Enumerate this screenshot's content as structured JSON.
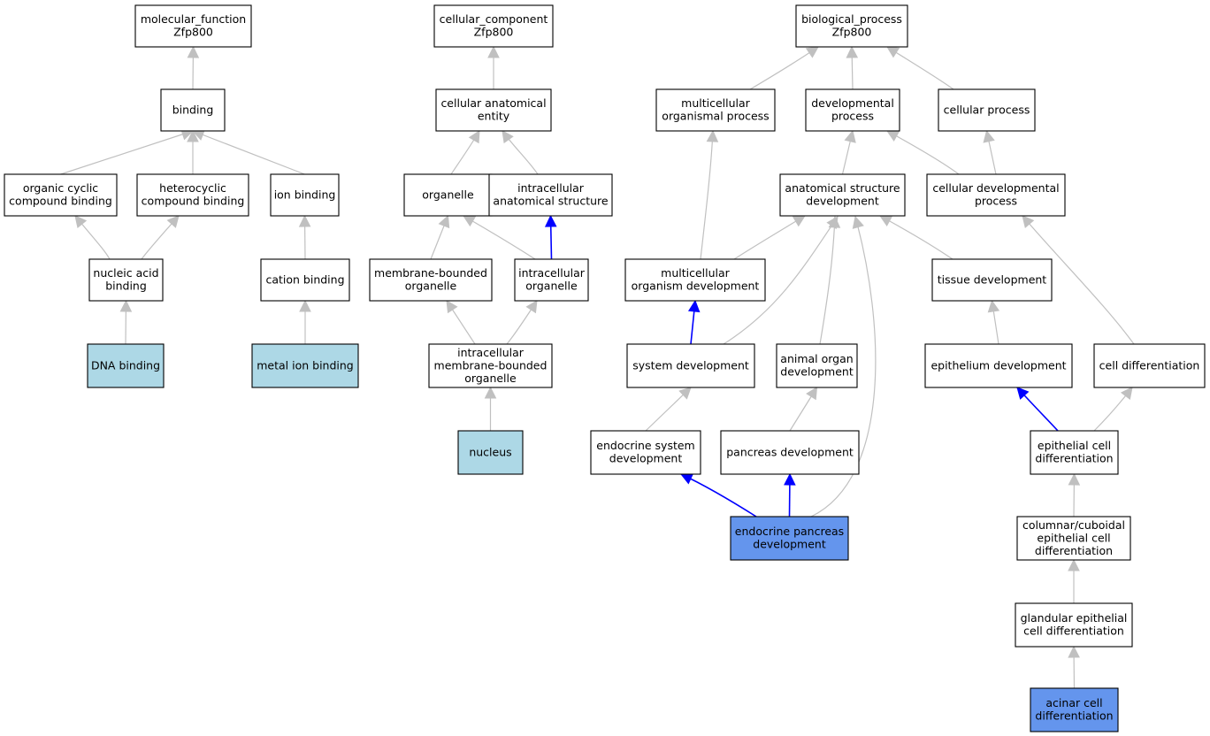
{
  "colors": {
    "plain": "#ffffff",
    "light": "#add8e6",
    "highlight": "#6495ed",
    "edge_gray": "#c0c0c0",
    "edge_blue": "#0000ff"
  },
  "nodes": [
    {
      "id": "mf",
      "lines": [
        "molecular_function",
        "Zfp800"
      ],
      "fill": "plain"
    },
    {
      "id": "binding",
      "lines": [
        "binding"
      ],
      "fill": "plain"
    },
    {
      "id": "ocb",
      "lines": [
        "organic cyclic",
        "compound binding"
      ],
      "fill": "plain"
    },
    {
      "id": "hcb",
      "lines": [
        "heterocyclic",
        "compound binding"
      ],
      "fill": "plain"
    },
    {
      "id": "ionb",
      "lines": [
        "ion binding"
      ],
      "fill": "plain"
    },
    {
      "id": "nab",
      "lines": [
        "nucleic acid",
        "binding"
      ],
      "fill": "plain"
    },
    {
      "id": "catb",
      "lines": [
        "cation binding"
      ],
      "fill": "plain"
    },
    {
      "id": "dnab",
      "lines": [
        "DNA binding"
      ],
      "fill": "light"
    },
    {
      "id": "mib",
      "lines": [
        "metal ion binding"
      ],
      "fill": "light"
    },
    {
      "id": "cc",
      "lines": [
        "cellular_component",
        "Zfp800"
      ],
      "fill": "plain"
    },
    {
      "id": "cae",
      "lines": [
        "cellular anatomical",
        "entity"
      ],
      "fill": "plain"
    },
    {
      "id": "org",
      "lines": [
        "organelle"
      ],
      "fill": "plain"
    },
    {
      "id": "ias",
      "lines": [
        "intracellular",
        "anatomical structure"
      ],
      "fill": "plain"
    },
    {
      "id": "mbo",
      "lines": [
        "membrane-bounded",
        "organelle"
      ],
      "fill": "plain"
    },
    {
      "id": "io",
      "lines": [
        "intracellular",
        "organelle"
      ],
      "fill": "plain"
    },
    {
      "id": "imbo",
      "lines": [
        "intracellular",
        "membrane-bounded",
        "organelle"
      ],
      "fill": "plain"
    },
    {
      "id": "nucleus",
      "lines": [
        "nucleus"
      ],
      "fill": "light"
    },
    {
      "id": "bp",
      "lines": [
        "biological_process",
        "Zfp800"
      ],
      "fill": "plain"
    },
    {
      "id": "mop",
      "lines": [
        "multicellular",
        "organismal process"
      ],
      "fill": "plain"
    },
    {
      "id": "devp",
      "lines": [
        "developmental",
        "process"
      ],
      "fill": "plain"
    },
    {
      "id": "cp",
      "lines": [
        "cellular process"
      ],
      "fill": "plain"
    },
    {
      "id": "asd",
      "lines": [
        "anatomical structure",
        "development"
      ],
      "fill": "plain"
    },
    {
      "id": "cdp",
      "lines": [
        "cellular developmental",
        "process"
      ],
      "fill": "plain"
    },
    {
      "id": "mod",
      "lines": [
        "multicellular",
        "organism development"
      ],
      "fill": "plain"
    },
    {
      "id": "td",
      "lines": [
        "tissue development"
      ],
      "fill": "plain"
    },
    {
      "id": "sd",
      "lines": [
        "system development"
      ],
      "fill": "plain"
    },
    {
      "id": "aod",
      "lines": [
        "animal organ",
        "development"
      ],
      "fill": "plain"
    },
    {
      "id": "ed",
      "lines": [
        "epithelium development"
      ],
      "fill": "plain"
    },
    {
      "id": "cd",
      "lines": [
        "cell differentiation"
      ],
      "fill": "plain"
    },
    {
      "id": "esd",
      "lines": [
        "endocrine system",
        "development"
      ],
      "fill": "plain"
    },
    {
      "id": "pd",
      "lines": [
        "pancreas development"
      ],
      "fill": "plain"
    },
    {
      "id": "ecd",
      "lines": [
        "epithelial cell",
        "differentiation"
      ],
      "fill": "plain"
    },
    {
      "id": "epd",
      "lines": [
        "endocrine pancreas",
        "development"
      ],
      "fill": "highlight"
    },
    {
      "id": "ccecd",
      "lines": [
        "columnar/cuboidal",
        "epithelial cell",
        "differentiation"
      ],
      "fill": "plain"
    },
    {
      "id": "gecd",
      "lines": [
        "glandular epithelial",
        "cell differentiation"
      ],
      "fill": "plain"
    },
    {
      "id": "acd",
      "lines": [
        "acinar cell",
        "differentiation"
      ],
      "fill": "highlight"
    }
  ],
  "edges": [
    {
      "from": "binding",
      "to": "mf",
      "color": "edge_gray"
    },
    {
      "from": "ocb",
      "to": "binding",
      "color": "edge_gray"
    },
    {
      "from": "hcb",
      "to": "binding",
      "color": "edge_gray"
    },
    {
      "from": "ionb",
      "to": "binding",
      "color": "edge_gray"
    },
    {
      "from": "nab",
      "to": "ocb",
      "color": "edge_gray"
    },
    {
      "from": "nab",
      "to": "hcb",
      "color": "edge_gray"
    },
    {
      "from": "catb",
      "to": "ionb",
      "color": "edge_gray"
    },
    {
      "from": "dnab",
      "to": "nab",
      "color": "edge_gray"
    },
    {
      "from": "mib",
      "to": "catb",
      "color": "edge_gray"
    },
    {
      "from": "cae",
      "to": "cc",
      "color": "edge_gray"
    },
    {
      "from": "org",
      "to": "cae",
      "color": "edge_gray"
    },
    {
      "from": "ias",
      "to": "cae",
      "color": "edge_gray"
    },
    {
      "from": "mbo",
      "to": "org",
      "color": "edge_gray"
    },
    {
      "from": "io",
      "to": "org",
      "color": "edge_gray"
    },
    {
      "from": "io",
      "to": "ias",
      "color": "edge_blue"
    },
    {
      "from": "imbo",
      "to": "mbo",
      "color": "edge_gray"
    },
    {
      "from": "imbo",
      "to": "io",
      "color": "edge_gray"
    },
    {
      "from": "nucleus",
      "to": "imbo",
      "color": "edge_gray"
    },
    {
      "from": "mop",
      "to": "bp",
      "color": "edge_gray"
    },
    {
      "from": "devp",
      "to": "bp",
      "color": "edge_gray"
    },
    {
      "from": "cp",
      "to": "bp",
      "color": "edge_gray"
    },
    {
      "from": "asd",
      "to": "devp",
      "color": "edge_gray"
    },
    {
      "from": "cdp",
      "to": "devp",
      "color": "edge_gray"
    },
    {
      "from": "cdp",
      "to": "cp",
      "color": "edge_gray"
    },
    {
      "from": "mod",
      "to": "mop",
      "color": "edge_gray"
    },
    {
      "from": "mod",
      "to": "asd",
      "color": "edge_gray"
    },
    {
      "from": "td",
      "to": "asd",
      "color": "edge_gray"
    },
    {
      "from": "sd",
      "to": "mod",
      "color": "edge_blue"
    },
    {
      "from": "sd",
      "to": "asd",
      "color": "edge_gray"
    },
    {
      "from": "aod",
      "to": "asd",
      "color": "edge_gray"
    },
    {
      "from": "ed",
      "to": "td",
      "color": "edge_gray"
    },
    {
      "from": "cd",
      "to": "cdp",
      "color": "edge_gray"
    },
    {
      "from": "esd",
      "to": "sd",
      "color": "edge_gray"
    },
    {
      "from": "pd",
      "to": "aod",
      "color": "edge_gray"
    },
    {
      "from": "ecd",
      "to": "ed",
      "color": "edge_blue"
    },
    {
      "from": "ecd",
      "to": "cd",
      "color": "edge_gray"
    },
    {
      "from": "epd",
      "to": "esd",
      "color": "edge_blue"
    },
    {
      "from": "epd",
      "to": "pd",
      "color": "edge_blue"
    },
    {
      "from": "epd",
      "to": "asd",
      "color": "edge_gray"
    },
    {
      "from": "ccecd",
      "to": "ecd",
      "color": "edge_gray"
    },
    {
      "from": "gecd",
      "to": "ccecd",
      "color": "edge_gray"
    },
    {
      "from": "acd",
      "to": "gecd",
      "color": "edge_gray"
    }
  ]
}
